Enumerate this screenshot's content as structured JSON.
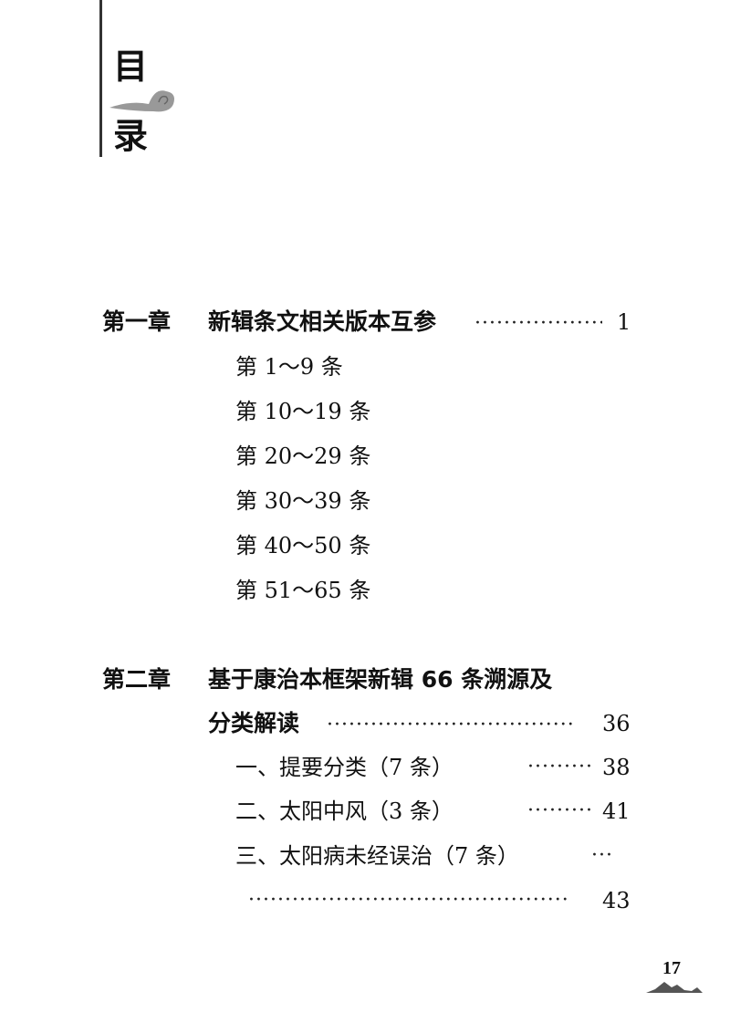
{
  "header": {
    "title_char_1": "目",
    "title_char_2": "录"
  },
  "chapters": [
    {
      "label": "第一章",
      "title": "新辑条文相关版本互参",
      "page": "1",
      "items": [
        {
          "label": "第 1～9 条"
        },
        {
          "label": "第 10～19 条"
        },
        {
          "label": "第 20～29 条"
        },
        {
          "label": "第 30～39 条"
        },
        {
          "label": "第 40～50 条"
        },
        {
          "label": "第 51～65 条"
        }
      ]
    },
    {
      "label": "第二章",
      "title_line1": "基于康治本框架新辑 66 条溯源及",
      "title_line2": "分类解读",
      "page": "36",
      "items": [
        {
          "label": "一、提要分类（7 条）",
          "page": "38"
        },
        {
          "label": "二、太阳中风（3 条）",
          "page": "41"
        },
        {
          "label": "三、太阳病未经误治（7 条）",
          "page": "43"
        }
      ]
    }
  ],
  "footer": {
    "page_number": "17"
  }
}
